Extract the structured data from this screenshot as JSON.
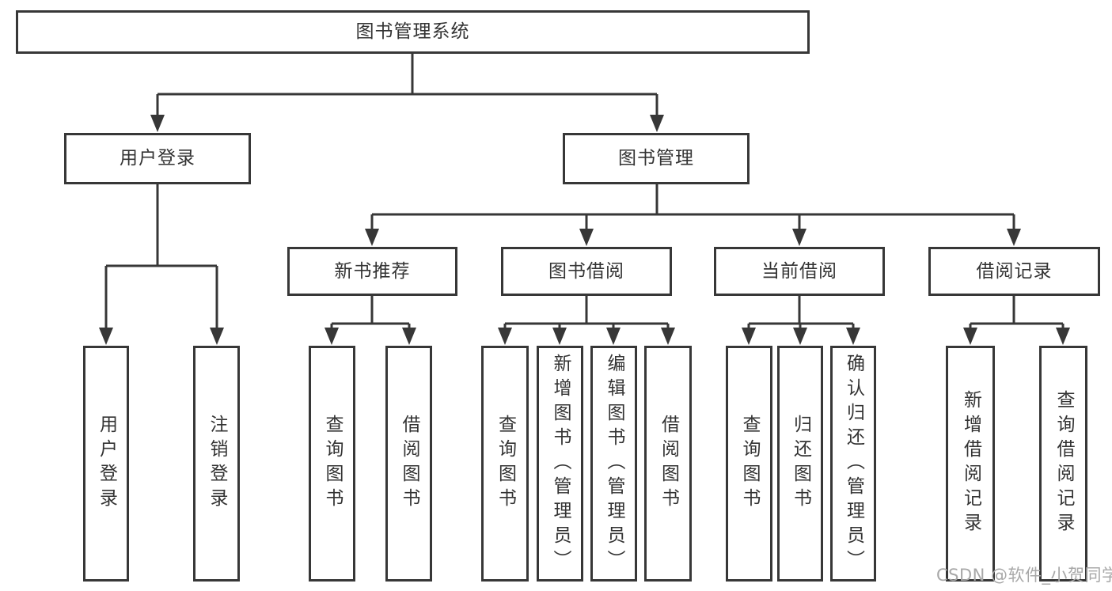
{
  "diagram_title": "图书管理系统",
  "tree": {
    "label": "图书管理系统",
    "children": [
      {
        "label": "用户登录",
        "children": [
          {
            "label": "用户登录"
          },
          {
            "label": "注销登录"
          }
        ]
      },
      {
        "label": "图书管理",
        "children": [
          {
            "label": "新书推荐",
            "children": [
              {
                "label": "查询图书"
              },
              {
                "label": "借阅图书"
              }
            ]
          },
          {
            "label": "图书借阅",
            "children": [
              {
                "label": "查询图书"
              },
              {
                "label": "新增图书（管理员）"
              },
              {
                "label": "编辑图书（管理员）"
              },
              {
                "label": "借阅图书"
              }
            ]
          },
          {
            "label": "当前借阅",
            "children": [
              {
                "label": "查询图书"
              },
              {
                "label": "归还图书"
              },
              {
                "label": "确认归还（管理员）"
              }
            ]
          },
          {
            "label": "借阅记录",
            "children": [
              {
                "label": "新增借阅记录"
              },
              {
                "label": "查询借阅记录"
              }
            ]
          }
        ]
      }
    ]
  },
  "watermark": {
    "text": "CSDN @软件_小贺同学"
  },
  "colors": {
    "line": "#373737",
    "box_border": "#373737",
    "text": "#333333",
    "watermark": "#a8a8a8",
    "background": "#ffffff"
  }
}
